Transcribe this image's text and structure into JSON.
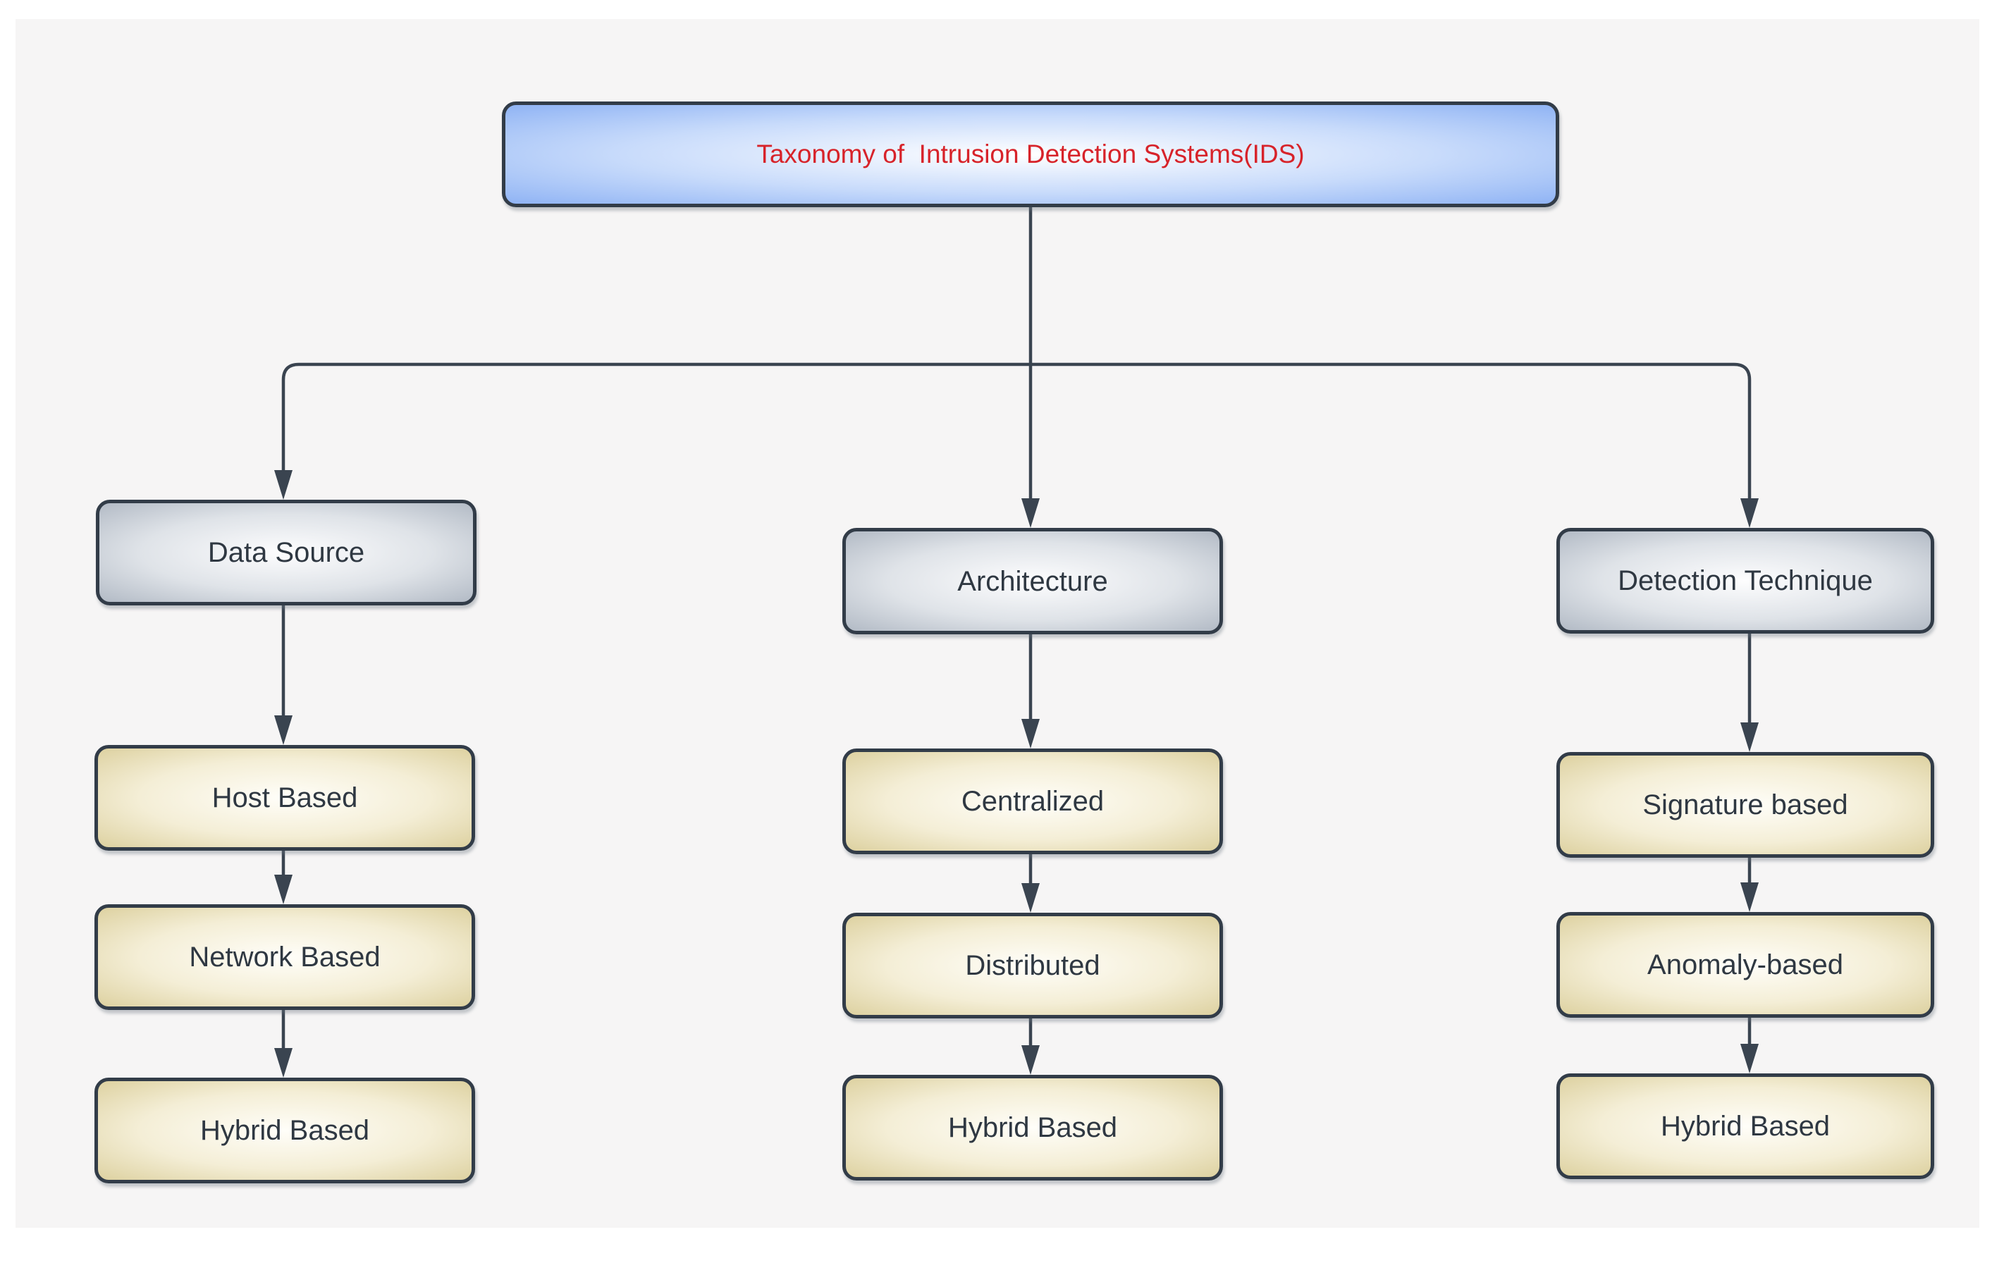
{
  "palette": {
    "canvas_bg": "#f6f5f5",
    "frame": "#ffffff",
    "border": "#323c48",
    "line": "#3a4450",
    "title_text": "#d7232a",
    "label_text": "#2f3842",
    "root_fill_edge": "#8fb3f4",
    "category_fill_edge": "#b2bac5",
    "leaf_fill_edge": "#ddd1a0"
  },
  "diagram": {
    "title": "Taxonomy of  Intrusion Detection Systems(IDS)",
    "columns": [
      {
        "category": "Data Source",
        "children": [
          "Host Based",
          "Network Based",
          "Hybrid Based"
        ]
      },
      {
        "category": "Architecture",
        "children": [
          "Centralized",
          "Distributed",
          "Hybrid Based"
        ]
      },
      {
        "category": "Detection Technique",
        "children": [
          "Signature based",
          "Anomaly-based",
          "Hybrid Based"
        ]
      }
    ]
  }
}
